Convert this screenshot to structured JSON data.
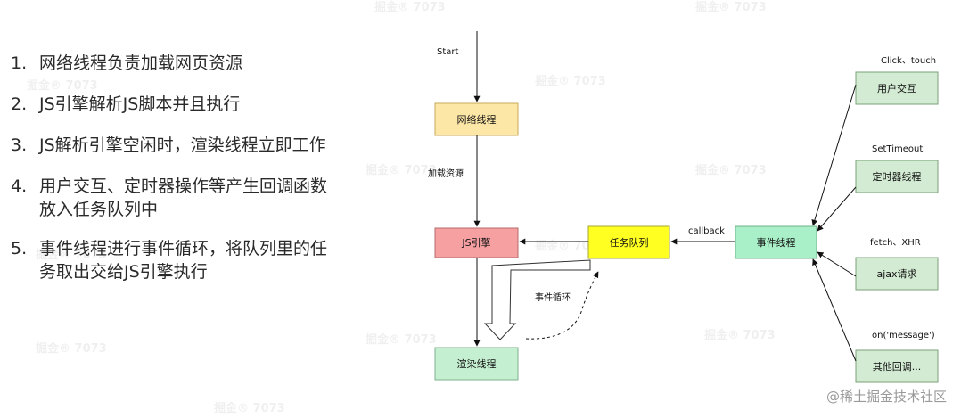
{
  "list_items": [
    {
      "num": "1.",
      "text": "网络线程负责加载网页资源"
    },
    {
      "num": "2.",
      "text": "JS引擎解析JS脚本并且执行"
    },
    {
      "num": "3.",
      "text": "JS解析引擎空闲时，渲染线程立即工作"
    },
    {
      "num": "4.",
      "line1": "用户交互、定时器操作等产生回调函数",
      "line2": "放入任务队列中"
    },
    {
      "num": "5.",
      "line1": "事件线程进行事件循环，将队列里的任",
      "line2": "务取出交给JS引擎执行"
    }
  ],
  "diagram": {
    "start": "Start",
    "load_label": "加载资源",
    "callback_label": "callback",
    "event_loop_label": "事件循环",
    "nodes": {
      "network": "网络线程",
      "js_engine": "JS引擎",
      "task_queue": "任务队列",
      "event_thread": "事件线程",
      "render": "渲染线程",
      "user_interaction": "用户交互",
      "timer": "定时器线程",
      "ajax": "ajax请求",
      "other": "其他回调..."
    },
    "sources": {
      "click": "Click、touch",
      "settimeout": "SetTimeout",
      "fetch": "fetch、XHR",
      "onmessage": "on('message')"
    },
    "colors": {
      "network": "#fde7a6",
      "js_engine": "#f6a0a2",
      "task_queue": "#ffff22",
      "event_thread": "#a9f0c8",
      "render": "#c5efd1",
      "sources": "#d3ebd3"
    }
  },
  "watermark": "掘金® 7073",
  "credit": "@稀土掘金技术社区"
}
